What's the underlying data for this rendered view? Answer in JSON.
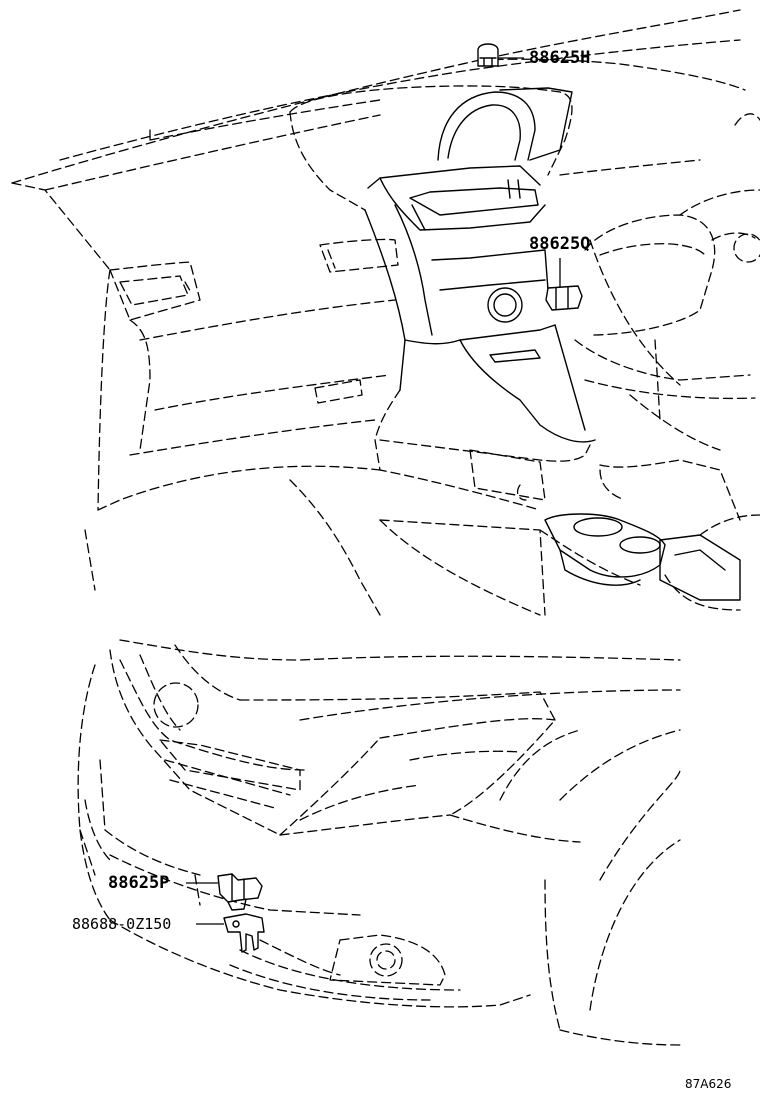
{
  "parts": {
    "upper_center": "88625H",
    "right_center": "88625Q",
    "lower_sensor": "88625P",
    "bracket": "88688-0Z150"
  },
  "reference_code": "87A626"
}
